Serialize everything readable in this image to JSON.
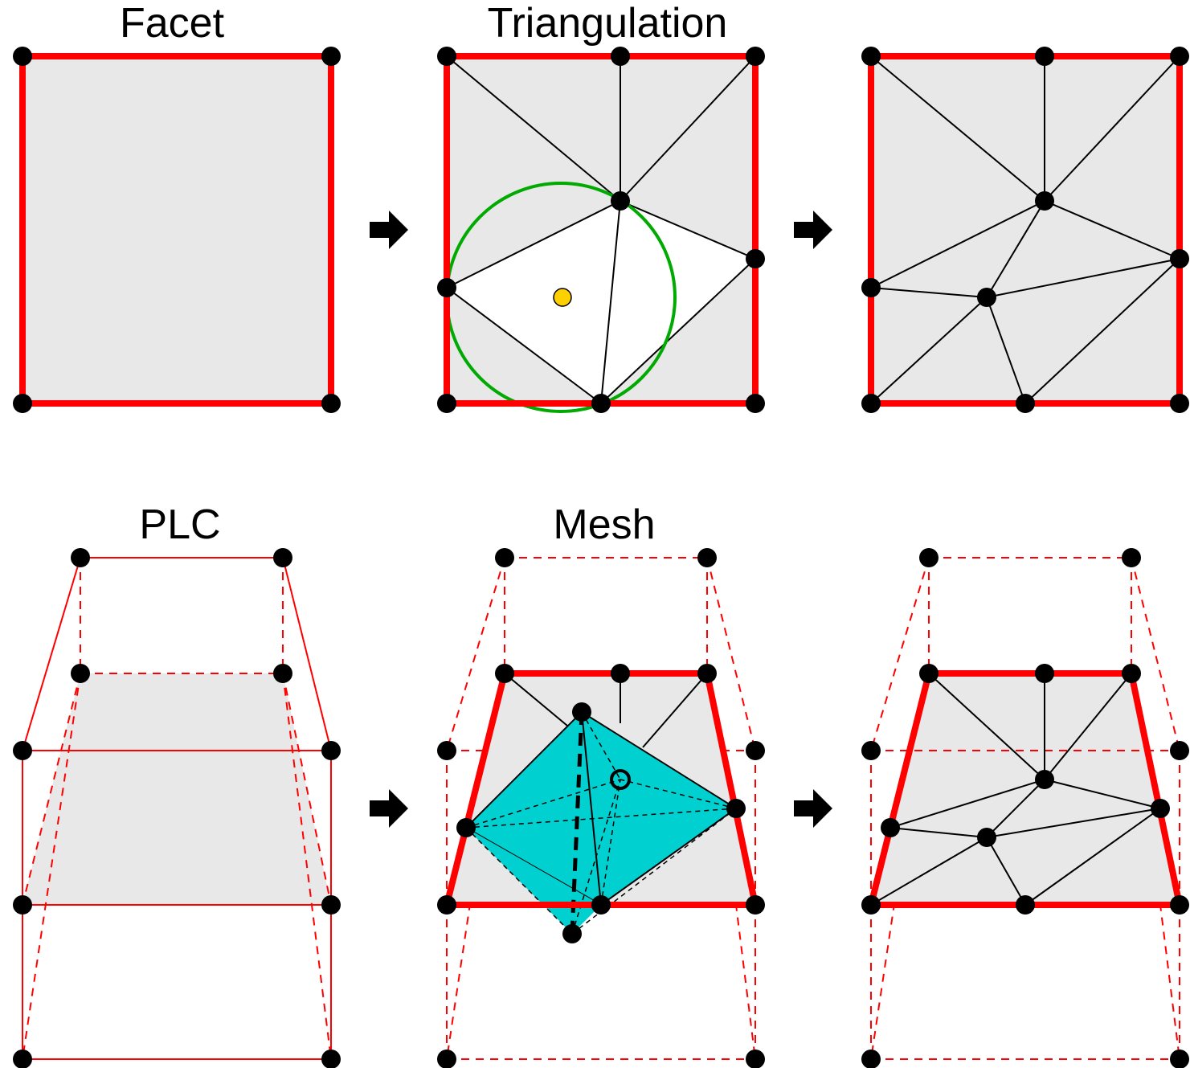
{
  "labels": {
    "facet": "Facet",
    "triangulation": "Triangulation",
    "plc": "PLC",
    "mesh": "Mesh"
  },
  "colors": {
    "boundary": "#ff0000",
    "face_fill": "#e8e8e8",
    "cavity_fill": "#ffffff",
    "circle": "#00aa00",
    "circumcenter": "#ffd000",
    "tetra": "#00d0d0",
    "vertex": "#000000",
    "edge": "#000000"
  },
  "icons": {
    "step_arrow": "right-arrow-icon"
  }
}
